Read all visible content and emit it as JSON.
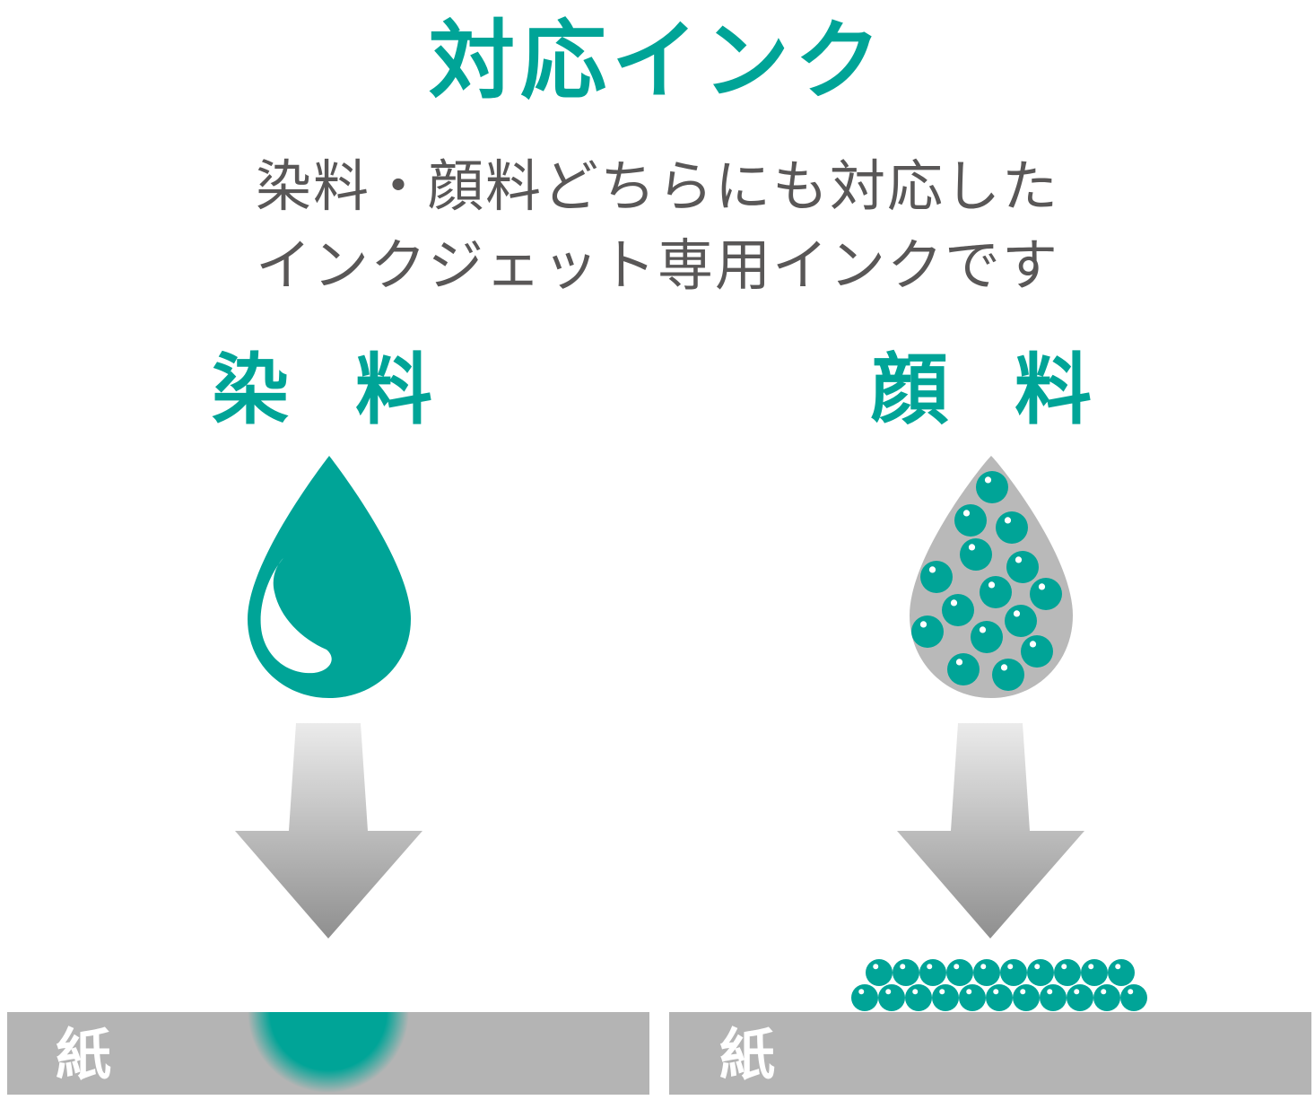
{
  "heading": {
    "title": "対応インク",
    "subtitle_line1": "染料・顔料どちらにも対応した",
    "subtitle_line2": "インクジェット専用インクです"
  },
  "dye": {
    "label": "染 料"
  },
  "pigment": {
    "label": "顔 料"
  },
  "paper": {
    "left_label": "紙",
    "right_label": "紙"
  },
  "colors": {
    "accent": "#00a497",
    "text_gray": "#595757",
    "paper_gray": "#b4b4b4",
    "drop_gray": "#b9b9b9"
  }
}
